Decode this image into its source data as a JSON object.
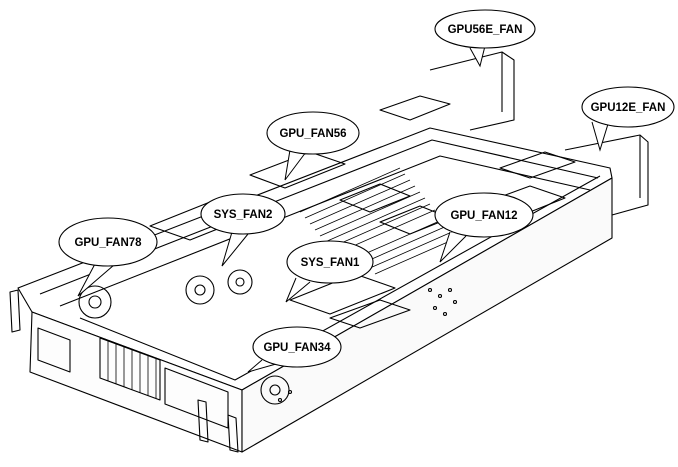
{
  "diagram": {
    "callouts": [
      {
        "id": "gpu56e",
        "label": "GPU56E_FAN"
      },
      {
        "id": "gpu12e",
        "label": "GPU12E_FAN"
      },
      {
        "id": "gpu56",
        "label": "GPU_FAN56"
      },
      {
        "id": "sys2",
        "label": "SYS_FAN2"
      },
      {
        "id": "gpu12",
        "label": "GPU_FAN12"
      },
      {
        "id": "gpu78",
        "label": "GPU_FAN78"
      },
      {
        "id": "sys1",
        "label": "SYS_FAN1"
      },
      {
        "id": "gpu34",
        "label": "GPU_FAN34"
      }
    ]
  }
}
